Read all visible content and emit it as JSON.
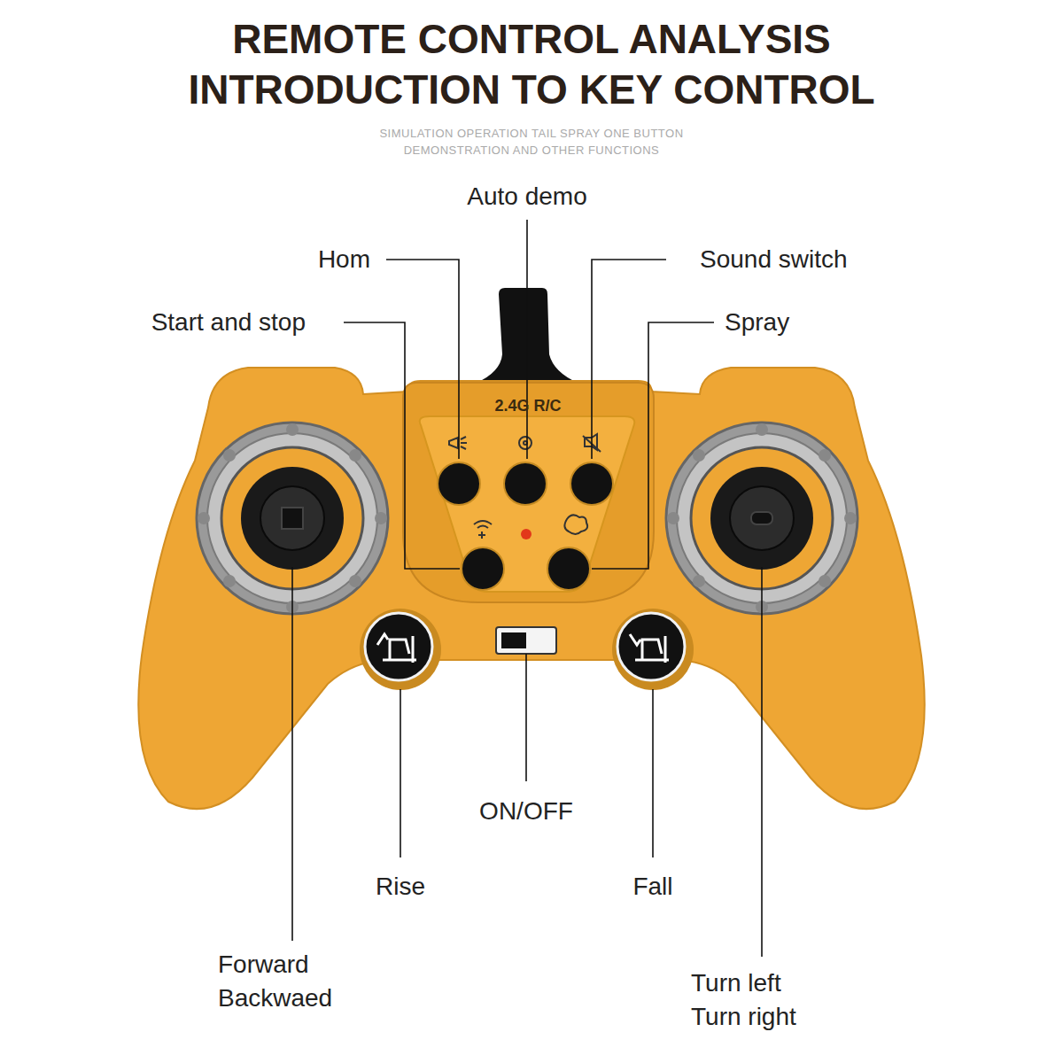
{
  "diagram": {
    "title": "REMOTE CONTROL ANALYSIS INTRODUCTION TO KEY CONTROL",
    "labels": [
      "SIMULATION OPERATION TAIL SPRAY ONE BUTTON DEMONSTRATION AND OTHER FUNCTIONS",
      "Auto demo",
      "Hom",
      "Sound switch",
      "Start and stop",
      "Spray",
      "2.4G R/C",
      "ON/OFF",
      "Rise",
      "Fall",
      "Forward Backwaed",
      "Turn left Turn right"
    ]
  }
}
